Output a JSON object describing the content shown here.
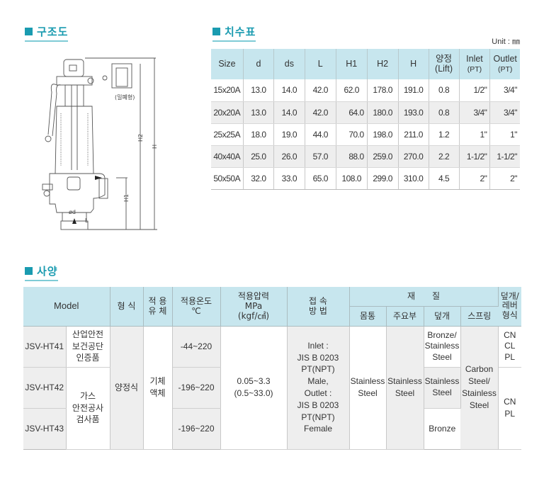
{
  "sections": {
    "structure": {
      "title": "구조도"
    },
    "dimensions": {
      "title": "치수표",
      "unit": "Unit : ㎜"
    },
    "spec": {
      "title": "사양"
    }
  },
  "diagram": {
    "labels": {
      "sealed": "(밀폐형)",
      "H": "H",
      "H1": "H1",
      "H2": "H2",
      "d": "ød",
      "L": "L"
    }
  },
  "dimension_table": {
    "headers": [
      "Size",
      "d",
      "ds",
      "L",
      "H1",
      "H2",
      "H",
      "양정",
      "(Lift)",
      "Inlet",
      "(PT)",
      "Outlet",
      "(PT)"
    ],
    "rows": [
      [
        "15x20A",
        "13.0",
        "14.0",
        "42.0",
        "62.0",
        "178.0",
        "191.0",
        "0.8",
        "1/2\"",
        "3/4\""
      ],
      [
        "20x20A",
        "13.0",
        "14.0",
        "42.0",
        "64.0",
        "180.0",
        "193.0",
        "0.8",
        "3/4\"",
        "3/4\""
      ],
      [
        "25x25A",
        "18.0",
        "19.0",
        "44.0",
        "70.0",
        "198.0",
        "211.0",
        "1.2",
        "1\"",
        "1\""
      ],
      [
        "40x40A",
        "25.0",
        "26.0",
        "57.0",
        "88.0",
        "259.0",
        "270.0",
        "2.2",
        "1-1/2\"",
        "1-1/2\""
      ],
      [
        "50x50A",
        "32.0",
        "33.0",
        "65.0",
        "108.0",
        "299.0",
        "310.0",
        "4.5",
        "2\"",
        "2\""
      ]
    ]
  },
  "spec_table": {
    "headers": {
      "model": "Model",
      "type": "형 식",
      "fluid_1": "적 용",
      "fluid_2": "유 체",
      "temp_1": "적용온도",
      "temp_2": "℃",
      "pressure_1": "적용압력",
      "pressure_2": "MPa",
      "pressure_3": "(kgf/㎠)",
      "conn_1": "접 속",
      "conn_2": "방 법",
      "material": "재　　질",
      "body": "몸통",
      "main": "주요부",
      "cap": "덮개",
      "spring": "스프링",
      "lever_1": "덮개/",
      "lever_2": "레버",
      "lever_3": "형식"
    },
    "models": [
      "JSV-HT41",
      "JSV-HT42",
      "JSV-HT43"
    ],
    "cert_1": [
      "산업안전",
      "보건공단",
      "인증품"
    ],
    "cert_2": [
      "가스",
      "안전공사",
      "검사품"
    ],
    "type": "양정식",
    "fluid": [
      "기체",
      "액체"
    ],
    "temps": [
      "-44~220",
      "-196~220",
      "-196~220"
    ],
    "pressure": [
      "0.05~3.3",
      "(0.5~33.0)"
    ],
    "connection": [
      "Inlet :",
      "JIS B 0203",
      "PT(NPT)",
      "Male,",
      "Outlet :",
      "JIS B 0203",
      "PT(NPT)",
      "Female"
    ],
    "body": [
      "Stainless",
      "Steel"
    ],
    "main": [
      "Stainless",
      "Steel"
    ],
    "cap": [
      [
        "Bronze/",
        "Stainless",
        "Steel"
      ],
      [
        "Stainless",
        "Steel"
      ],
      [
        "Bronze"
      ]
    ],
    "spring": [
      "Carbon",
      "Steel/",
      "Stainless",
      "Steel"
    ],
    "lever": [
      [
        "CN",
        "CL",
        "PL"
      ],
      [
        "CN",
        "PL"
      ]
    ]
  },
  "colors": {
    "accent": "#1a9bb0",
    "header_bg": "#c7e6ee",
    "alt_row": "#eeeeee"
  }
}
